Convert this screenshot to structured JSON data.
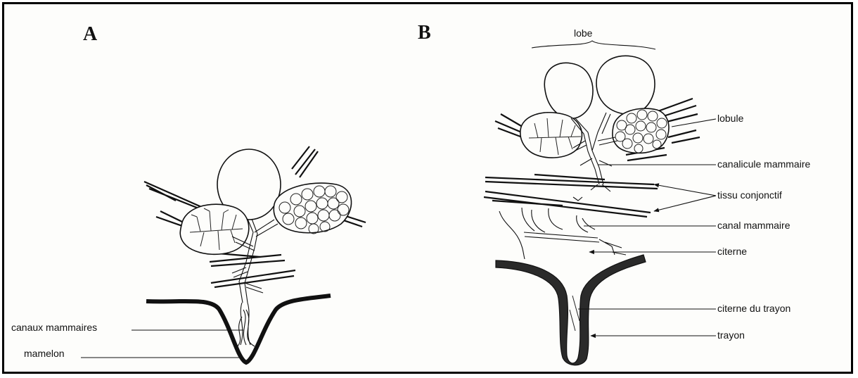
{
  "panels": {
    "a": {
      "letter": "A",
      "labels": {
        "canaux_mammaires": "canaux mammaires",
        "mamelon": "mamelon"
      }
    },
    "b": {
      "letter": "B",
      "labels": {
        "lobe": "lobe",
        "lobule": "lobule",
        "canalicule_mammaire": "canalicule mammaire",
        "tissu_conjonctif": "tissu conjonctif",
        "canal_mammaire": "canal mammaire",
        "citerne": "citerne",
        "citerne_du_trayon": "citerne du trayon",
        "trayon": "trayon"
      }
    }
  }
}
